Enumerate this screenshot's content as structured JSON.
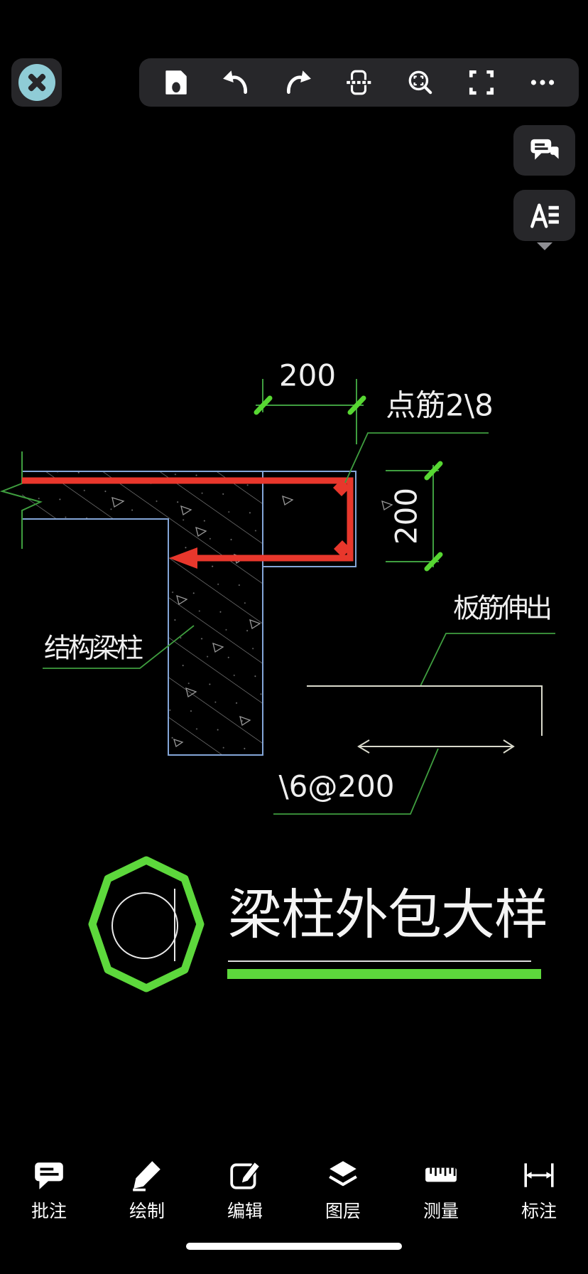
{
  "top_toolbar": {
    "close_icon": "close-x-icon",
    "icons": [
      "save-icon",
      "undo-icon",
      "redo-icon",
      "split-reference-icon",
      "zoom-selection-icon",
      "fullscreen-icon",
      "more-ellipsis-icon"
    ]
  },
  "side_buttons": {
    "comments_icon": "speech-bubbles-icon",
    "text_style_icon": "A-list-icon",
    "expander_icon": "chevron-down-icon"
  },
  "drawing": {
    "dim_top": "200",
    "dim_right": "200",
    "label_point_bars": "点筋2\\8",
    "label_slab_bars_extend": "板筋伸出",
    "label_structural_beam_column": "结构梁柱",
    "label_bar_spacing": "\\6@200",
    "title": "梁柱外包大样"
  },
  "bottom_bar": {
    "items": [
      {
        "label": "批注",
        "icon": "comment-icon"
      },
      {
        "label": "绘制",
        "icon": "pencil-icon"
      },
      {
        "label": "编辑",
        "icon": "edit-square-icon"
      },
      {
        "label": "图层",
        "icon": "layers-icon"
      },
      {
        "label": "测量",
        "icon": "ruler-icon"
      },
      {
        "label": "标注",
        "icon": "dimension-icon"
      }
    ]
  },
  "colors": {
    "canvas_bg": "#000000",
    "toolbar_bg": "#27272a",
    "close_teal": "#8fccd6",
    "cad_green_line": "#3f9e3f",
    "cad_green_bright": "#57d732",
    "rebar_red": "#e8372c",
    "outline_blue": "#84a6d8",
    "hatch_grey": "#8a8a8a",
    "cad_white": "#efefef"
  }
}
